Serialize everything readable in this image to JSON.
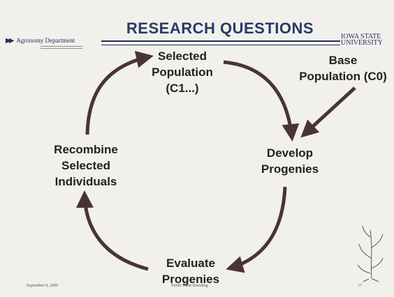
{
  "slide": {
    "title": "RESEARCH QUESTIONS",
    "header_left": "Agronomy Department",
    "header_right": "Iowa State University",
    "footer_left": "September 8, 2000",
    "footer_center": "Public Plant Breeding",
    "footer_right": "17"
  },
  "cycle": {
    "selected": "Selected\nPopulation\n(C1...)",
    "base": "Base\nPopulation (C0)",
    "develop": "Develop\nProgenies",
    "evaluate": "Evaluate\nProgenies",
    "recombine": "Recombine\nSelected\nIndividuals"
  },
  "colors": {
    "arrow": "#4a3338",
    "title": "#2a3a66",
    "header": "#1f2e5c"
  },
  "icons": [
    "double-chevron-right-icon",
    "plant-sketch-icon"
  ]
}
